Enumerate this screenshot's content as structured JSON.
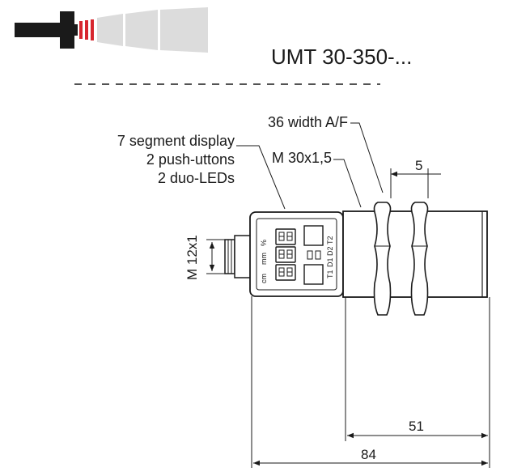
{
  "header": {
    "model_title": "UMT 30-350-..."
  },
  "callouts": {
    "display_line1": "7 segment display",
    "display_line2": "2 push-uttons",
    "display_line3": "2 duo-LEDs",
    "wrench": "36 width A/F",
    "thread": "M 30x1,5"
  },
  "dimensions": {
    "nut_width": "5",
    "connector_thread": "M 12x1",
    "threaded_length": "51",
    "total_length": "84"
  },
  "panel_labels": {
    "percent": "%",
    "mm": "mm",
    "cm": "cm",
    "t1": "T1",
    "d1": "D1",
    "d2": "D2",
    "t2": "T2"
  },
  "colors": {
    "ink": "#1a1a1a",
    "beam_red": "#d7262e",
    "beam_grey": "#dcdcdc"
  }
}
